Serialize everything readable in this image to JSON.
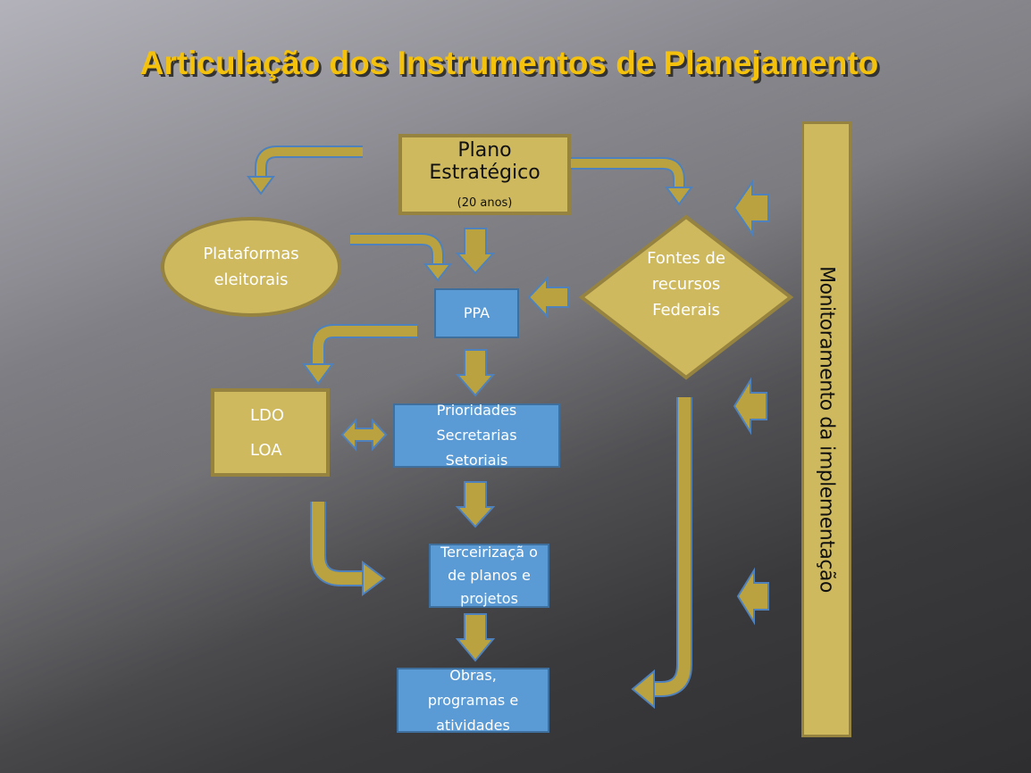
{
  "title": "Articulação dos Instrumentos de Planejamento",
  "nodes": {
    "plano": {
      "label": "Plano Estratégico",
      "sub": "(20 anos)"
    },
    "plataformas": {
      "label": "Plataformas eleitorais"
    },
    "ppa": {
      "label": "PPA"
    },
    "fontes": {
      "label": "Fontes de recursos Federais"
    },
    "ldo": {
      "label": "LDO"
    },
    "loa": {
      "label": "LOA"
    },
    "prioridades": {
      "label": "Prioridades Secretarias Setoriais"
    },
    "terceirizacao": {
      "label": "Terceirizaçã o de planos e projetos"
    },
    "obras": {
      "label": "Obras, programas e atividades"
    },
    "monitoramento": {
      "label": "Monitoramento da implementação"
    }
  },
  "colors": {
    "gold": "#ceb95f",
    "blue": "#5b9bd5",
    "title": "#f4c20d",
    "arrow": "#b9a23f",
    "arrow_outline": "#4f81bd"
  }
}
